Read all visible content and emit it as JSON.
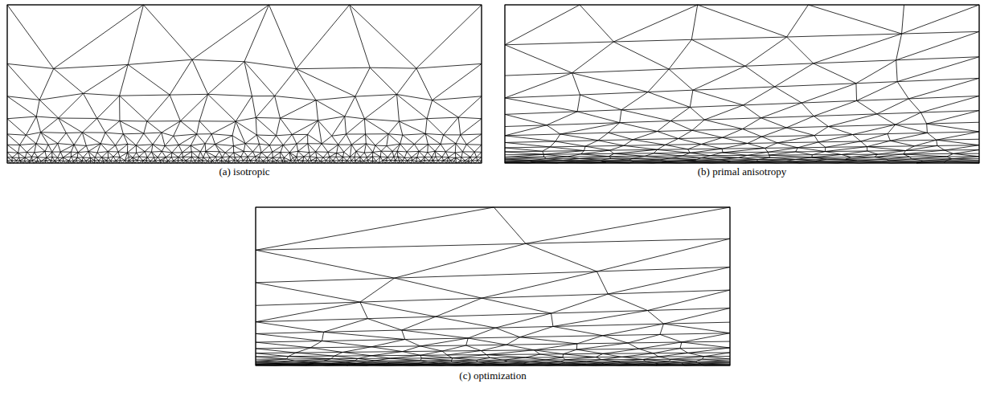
{
  "diagram": {
    "labels": [
      "(a) isotropic",
      "(b) primal anisotropy",
      "(c) optimization"
    ]
  }
}
